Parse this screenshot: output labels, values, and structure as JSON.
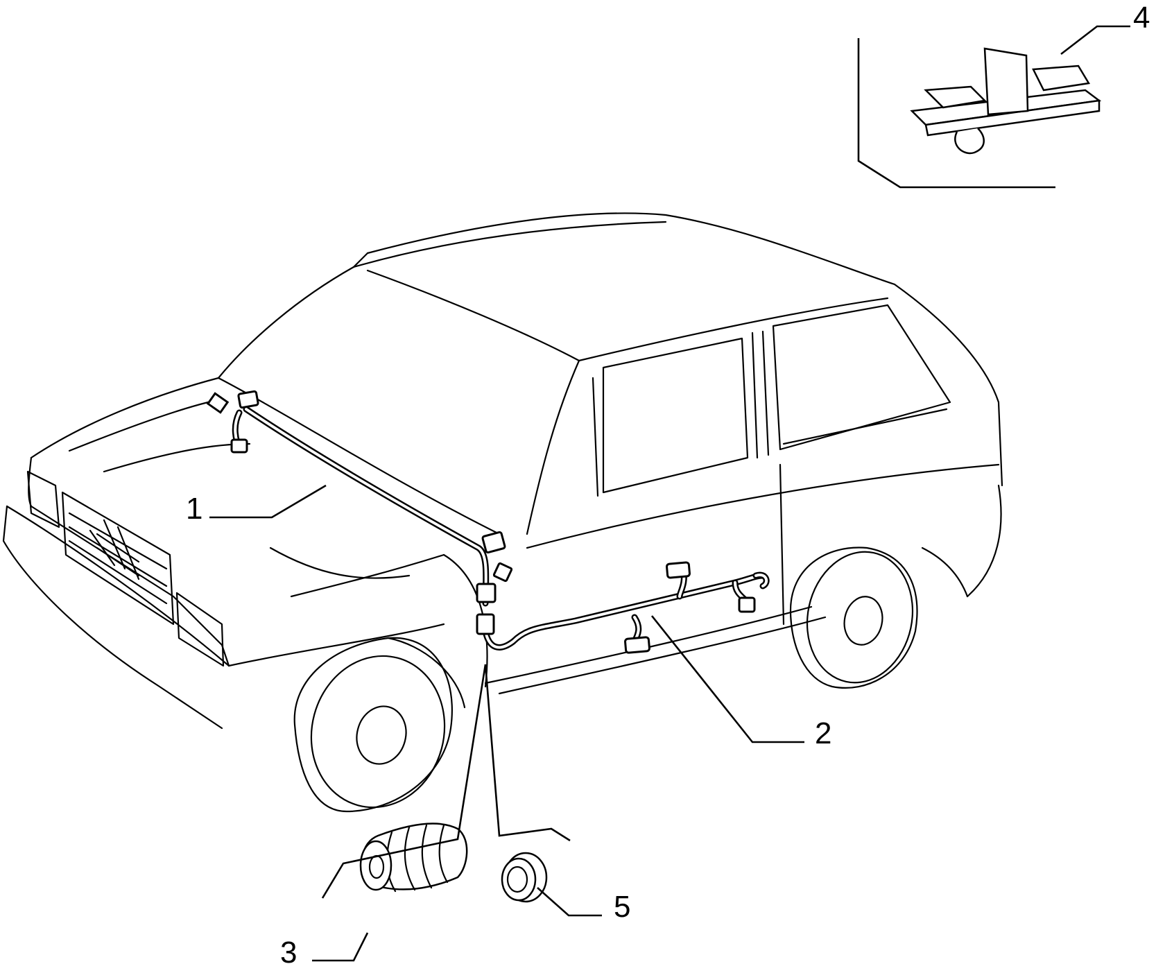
{
  "callouts": {
    "c1": "1",
    "c2": "2",
    "c3": "3",
    "c4": "4",
    "c5": "5"
  }
}
